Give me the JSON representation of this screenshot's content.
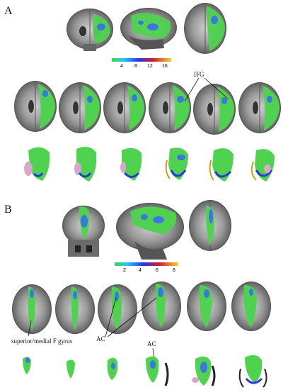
{
  "panels": [
    {
      "letter": "A",
      "colorbar": {
        "ticks": [
          "4",
          "8",
          "12",
          "16"
        ],
        "colors": [
          "#28c4ff",
          "#2a38d8",
          "#cf1d2a",
          "#f0d23c"
        ]
      },
      "annotations": [
        {
          "text": "IFG"
        }
      ]
    },
    {
      "letter": "B",
      "colorbar": {
        "ticks": [
          "2",
          "4",
          "6",
          "8"
        ],
        "colors": [
          "#28c4ff",
          "#2a38d8",
          "#cf1d2a",
          "#f0d23c"
        ]
      },
      "annotations": [
        {
          "text": "superior/medial  F gyrus"
        },
        {
          "text": "AC"
        },
        {
          "text": "AC"
        }
      ]
    }
  ],
  "colors": {
    "activation_green": "#4fd24f",
    "activation_blue": "#3a78e0",
    "brain_gray": "#8c8c8c",
    "background": "#ffffff"
  }
}
